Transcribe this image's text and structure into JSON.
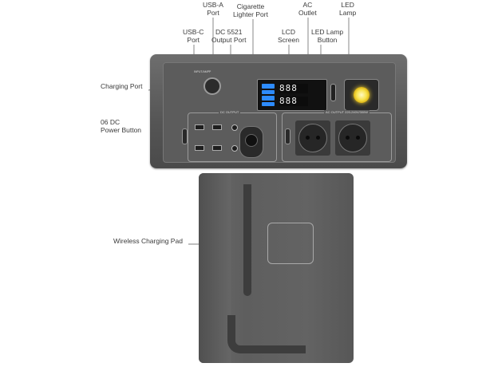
{
  "labels": {
    "usb_a": [
      "USB-A",
      "Port"
    ],
    "cigarette": [
      "Cigarette",
      "Lighter Port"
    ],
    "ac_outlet": [
      "AC",
      "Outlet"
    ],
    "led_lamp": [
      "LED",
      "Lamp"
    ],
    "usb_c": [
      "USB-C",
      "Port"
    ],
    "dc5521": [
      "DC 5521",
      "Output Port"
    ],
    "lcd": [
      "LCD",
      "Screen"
    ],
    "led_button": [
      "LED Lamp",
      "Button"
    ],
    "charging_port": "Charging Port",
    "dc_button": [
      "06 DC",
      "Power Button"
    ],
    "wireless": "Wireless Charging Pad"
  },
  "device": {
    "input_tag": "INPUT/AMPP",
    "dc_output_title": "DC OUTPUT",
    "ac_output_title": "AC OUTPUT 220-240V/300W",
    "digits_top": "888",
    "digits_bottom": "888"
  },
  "colors": {
    "led": "#f7e14a",
    "battery": "#2d8bff"
  }
}
